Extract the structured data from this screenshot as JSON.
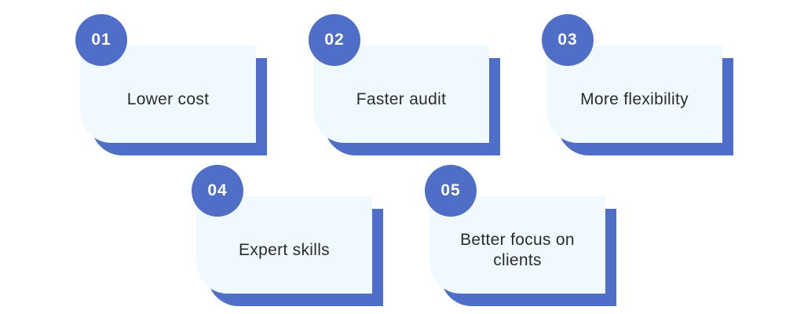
{
  "colors": {
    "accent": "#4f6ec7",
    "card_background": "#f0fafe",
    "text": "#2b2b2b",
    "badge_text": "#ffffff"
  },
  "items": [
    {
      "number": "01",
      "label": "Lower cost"
    },
    {
      "number": "02",
      "label": "Faster audit"
    },
    {
      "number": "03",
      "label": "More flexibility"
    },
    {
      "number": "04",
      "label": "Expert skills"
    },
    {
      "number": "05",
      "label": "Better focus on clients"
    }
  ]
}
